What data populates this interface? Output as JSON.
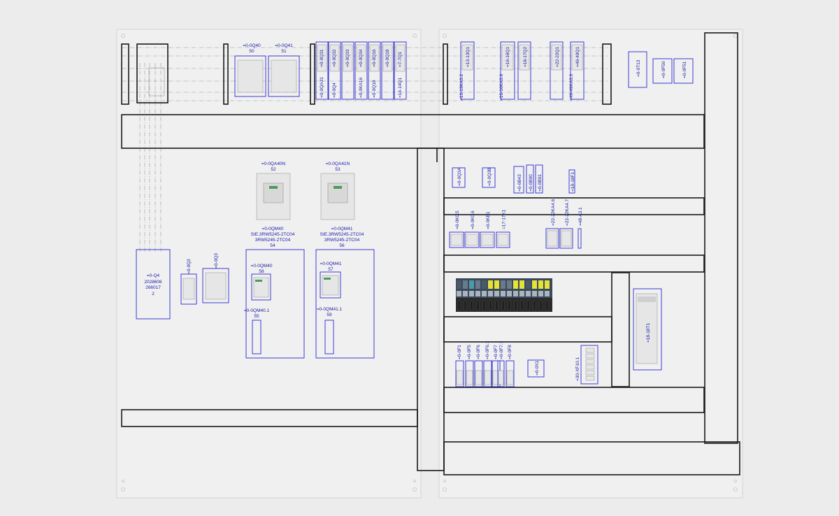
{
  "colors": {
    "background": "#ececec",
    "panel": "#f0f0f0",
    "duct": "#1a1a1a",
    "device": "#2a2ad0",
    "plc_accent": "#e6e23a",
    "plc_body": "#3a4a5a"
  },
  "labels": {
    "q40": [
      "=0-0Q40",
      "50"
    ],
    "q41": [
      "=0-0Q41",
      "51"
    ],
    "qa40n": [
      "=0-0QA40N",
      "52"
    ],
    "qa41n": [
      "=0-0QA41N",
      "53"
    ],
    "qm40": [
      "=0-0QM40",
      "SIE.3RW5245-2TC04",
      "3RW5245-2TC04",
      "54"
    ],
    "qm41": [
      "=0-0QM41",
      "SIE.3RW5245-2TC04",
      "3RW5245-2TC04",
      "56"
    ],
    "qm40b": [
      "=0-0QM40",
      "58"
    ],
    "qm41b": [
      "=0-0QM41",
      "57"
    ],
    "qm40_1": [
      "=0-0QM40.1",
      "55"
    ],
    "qm41_1": [
      "=0-0QM41.1",
      "59"
    ],
    "q4": [
      "=0-Q4",
      "2028606",
      "266017",
      "2"
    ]
  },
  "vlabels": {
    "top_left": [
      "=0-0Q31",
      "=0-0Q32",
      "=0-0Q33",
      "=0-0Q34",
      "=0-0Q16",
      "=0-0Q18",
      "=7-7Q1"
    ],
    "top_left_low": [
      "=0-0QA31",
      "=0-0Q4",
      "=0-0KA16",
      "=0-0Q18",
      "=14-14Q1"
    ],
    "top_right": [
      "=13-13Q1",
      "=16-16Q1",
      "=18-17Q2",
      "=22-22Q1",
      "=49-49Q1"
    ],
    "top_right_low": [
      "=13-13KA3.2",
      "=16-16KA3.6",
      "=49-49KA3.3"
    ],
    "top_far": [
      "=0-0T13",
      "=0-0F50",
      "=0-0F51"
    ],
    "left_small": [
      "=0-0Q2",
      "=0-0Q3"
    ],
    "mid_row1": [
      "=0-0Q3A",
      "=0-0Q3B",
      "=0-0B43",
      "=0-0B90",
      "=0-0B91",
      "=18-18F1"
    ],
    "mid_row2": [
      "=0-0K0.5",
      "=0-0K0.6",
      "=0-0KE1",
      "=17-17K1",
      "=22-22KA4.6",
      "=22-22KA4.7",
      "=48-A3.1"
    ],
    "bot_row": [
      "=0-0F1",
      "=0-0F5",
      "=0-0F6",
      "=0-0F6.1",
      "=0-0F7",
      "=0-0F7.1",
      "=0-0F8"
    ],
    "bot_extra": [
      "=0-0X1",
      "=30-XF10.1"
    ],
    "right_plc": "=18-18T1"
  }
}
